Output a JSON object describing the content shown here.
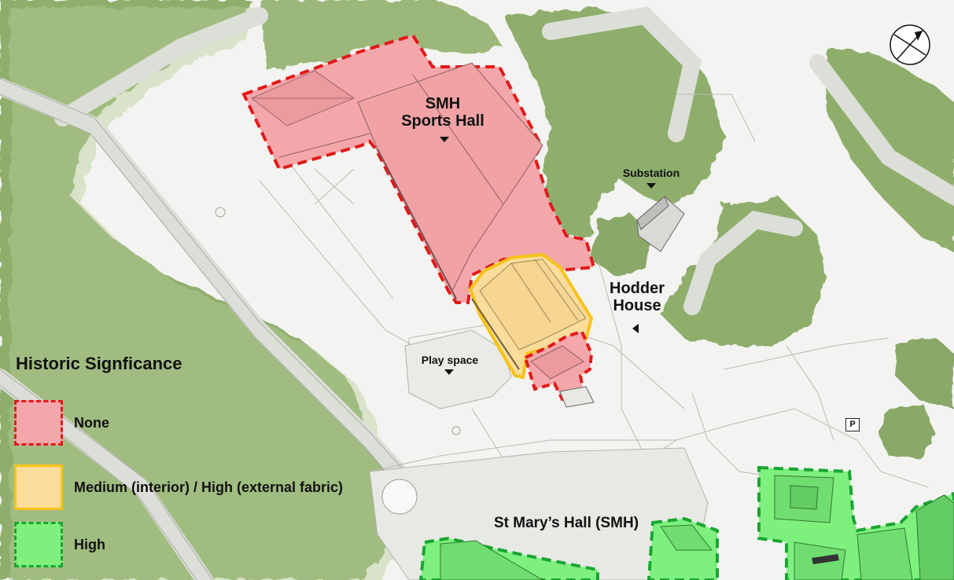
{
  "labels": {
    "sports_hall": [
      "SMH",
      "Sports Hall"
    ],
    "substation": "Substation",
    "hodder_house": [
      "Hodder",
      "House"
    ],
    "play_space": "Play space",
    "st_marys_hall": "St Mary’s Hall (SMH)",
    "parking": "P"
  },
  "legend": {
    "title": "Historic Signficance",
    "items": [
      {
        "key": "none",
        "label": "None"
      },
      {
        "key": "medium",
        "label": "Medium (interior) / High (external fabric)"
      },
      {
        "key": "high",
        "label": "High"
      }
    ]
  },
  "colors": {
    "none_fill": "#f4a7aa",
    "none_border": "#e11a1a",
    "medium_fill": "#fbdc9b",
    "medium_border": "#f7c31a",
    "high_fill": "#7ef07e",
    "high_border": "#1aa532",
    "trees": "#8fae6c",
    "paths": "#e4e7e1"
  },
  "icons": {
    "north_arrow": "compass-north-arrow-icon"
  }
}
